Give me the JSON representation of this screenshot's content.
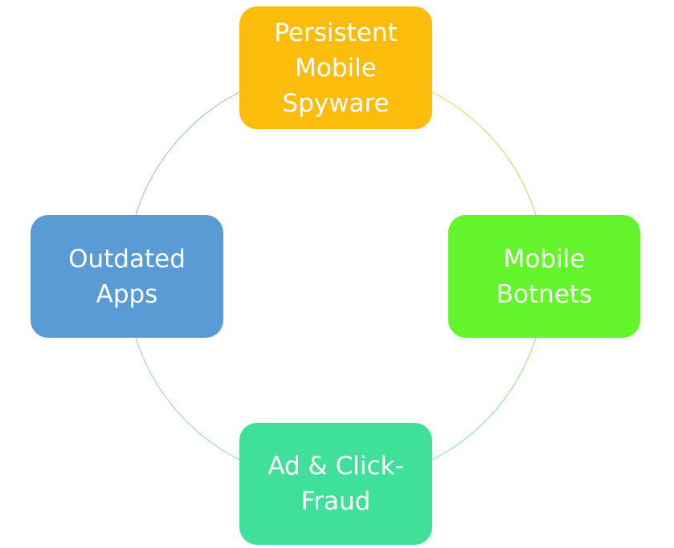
{
  "diagram": {
    "type": "cycle",
    "nodes": [
      {
        "id": "top",
        "label": "Persistent\nMobile\nSpyware",
        "color": "#FBBC0C"
      },
      {
        "id": "right",
        "label": "Mobile\nBotnets",
        "color": "#63F42C"
      },
      {
        "id": "bottom",
        "label": "Ad & Click-\nFraud",
        "color": "#3EE09A"
      },
      {
        "id": "left",
        "label": "Outdated\nApps",
        "color": "#5A9BD5"
      }
    ]
  }
}
